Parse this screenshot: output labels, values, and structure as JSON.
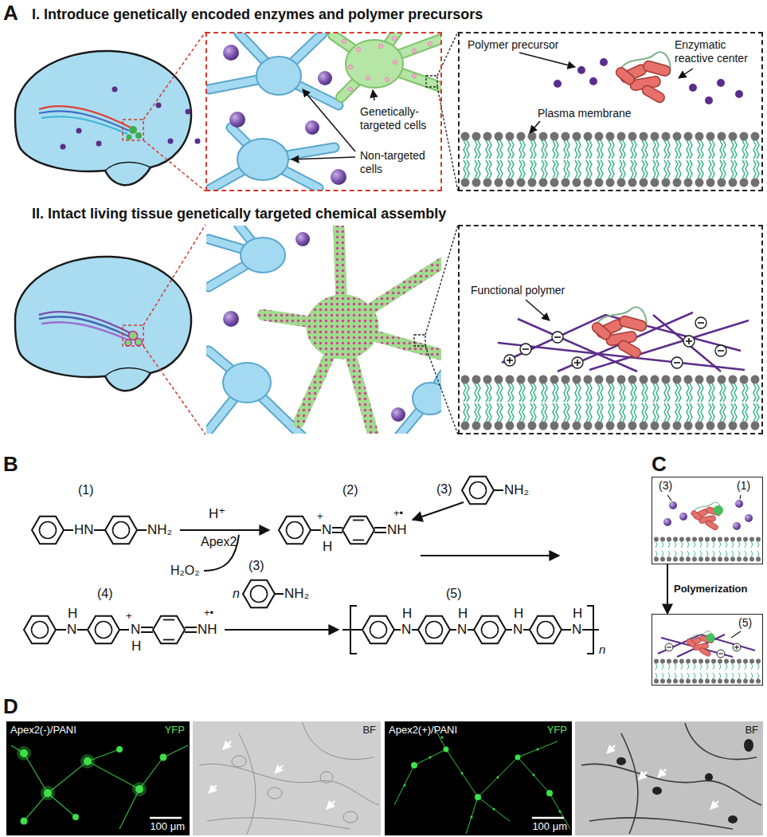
{
  "diagram": {
    "nodes": [
      {
        "text": [
          "Genetically-targeted cells",
          "Non-targeted cells"
        ]
      },
      {
        "text": [
          "Polymer precursor",
          "Enzymatic reactive center",
          "Plasma membrane"
        ]
      },
      {
        "text": [
          "Functional polymer"
        ]
      },
      {
        "text": [
          "(3)",
          "(1)"
        ]
      },
      {
        "text": [
          "(5)"
        ]
      },
      {
        "text": [
          "Apex2(-)/PANI",
          "YFP",
          "100 μm"
        ]
      },
      {
        "text": [
          "BF"
        ]
      },
      {
        "text": [
          "Apex2(+)/PANI",
          "YFP",
          "100 μm"
        ]
      },
      {
        "text": [
          "BF"
        ]
      }
    ],
    "edges": [
      {
        "from": 3,
        "to": 4,
        "arrow": "to",
        "label": "Polymerization"
      }
    ],
    "labels": [
      "A",
      "I. Introduce genetically encoded enzymes and polymer precursors",
      "II. Intact living tissue genetically targeted chemical assembly",
      "B",
      "C",
      "D",
      "(1)",
      "HN",
      "NH₂",
      "H⁺",
      "Apex2",
      "H₂O₂",
      "(2)",
      "N",
      "+",
      "H",
      "NH",
      "+•",
      "(3)",
      "NH₂",
      "(4)",
      "H",
      "N",
      "N",
      "+",
      "H",
      "NH",
      "+•",
      "n",
      "(3)",
      "NH₂",
      "(5)",
      "H",
      "N",
      "H",
      "N",
      "H",
      "N",
      "H",
      "N",
      "n"
    ]
  }
}
